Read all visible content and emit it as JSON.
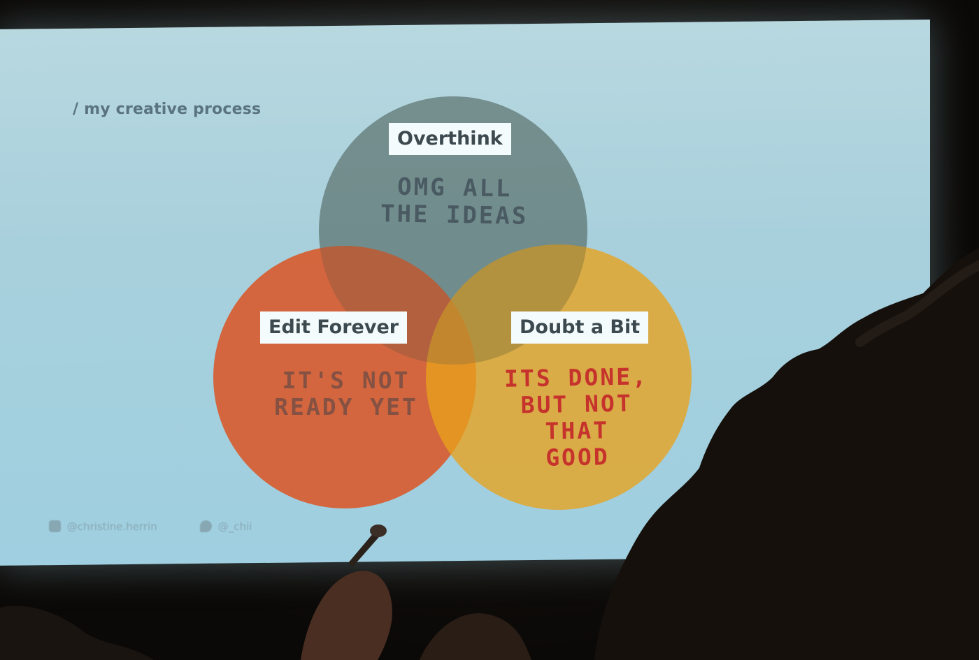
{
  "slide": {
    "title": "/ my creative process",
    "circles": [
      {
        "label": "Overthink",
        "handwriting": "OMG ALL\nTHE IDEAS",
        "color": "#5f7472"
      },
      {
        "label": "Edit Forever",
        "handwriting": "IT'S NOT\nREADY YET",
        "color": "#d85a2c"
      },
      {
        "label": "Doubt a Bit",
        "handwriting": "ITS DONE,\nBUT NOT THAT\nGOOD",
        "color": "#e8a21c"
      }
    ],
    "footer": {
      "instagram_icon": "instagram-icon",
      "instagram": "@christine.herrin",
      "twitter_icon": "twitter-icon",
      "twitter": "@_chii"
    }
  }
}
